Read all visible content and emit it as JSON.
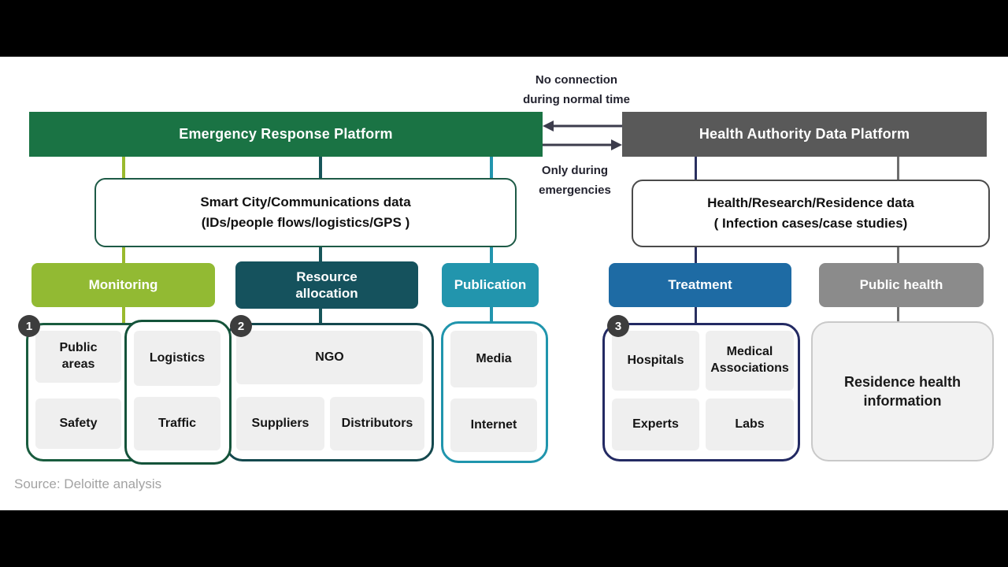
{
  "diagram": {
    "platforms": {
      "emergency": {
        "label": "Emergency Response Platform",
        "color": "#1a7344"
      },
      "health": {
        "label": "Health Authority Data Platform",
        "color": "#595959"
      }
    },
    "connection": {
      "no_connection_label": "No connection\nduring normal time",
      "emergencies_label": "Only during\nemergencies"
    },
    "data_boxes": {
      "smart_city": {
        "line1": "Smart City/Communications data",
        "line2": "(IDs/people flows/logistics/GPS )"
      },
      "health_data": {
        "line1": "Health/Research/Residence data",
        "line2": "( Infection cases/case studies)"
      }
    },
    "categories": [
      {
        "label": "Monitoring",
        "color": "#92ba33"
      },
      {
        "label": "Resource\nallocation",
        "color": "#15525d"
      },
      {
        "label": "Publication",
        "color": "#2295ad"
      },
      {
        "label": "Treatment",
        "color": "#1e6ba4"
      },
      {
        "label": "Public health",
        "color": "#8b8b8b"
      }
    ],
    "groups": {
      "monitoring": {
        "badge": "1",
        "cells": [
          "Public\nareas",
          "Safety"
        ],
        "sub_cells": [
          "Logistics",
          "Traffic"
        ]
      },
      "resource": {
        "badge": "2",
        "cells": [
          "NGO",
          "Suppliers",
          "Distributors"
        ]
      },
      "publication": {
        "cells": [
          "Media",
          "Internet"
        ]
      },
      "treatment": {
        "badge": "3",
        "cells": [
          "Hospitals",
          "Medical\nAssociations",
          "Experts",
          "Labs"
        ]
      },
      "public_health": {
        "cells": [
          "Residence health\ninformation"
        ]
      }
    },
    "colors": {
      "badge_gray": "#3d3d3d",
      "cell_gray": "#efefef",
      "arrow_dark": "#3c3c4c",
      "navy_connector": "#2a3060",
      "gray_connector": "#6e6e6e",
      "green_connector": "#9aba2e",
      "teal_dark_connector": "#17555a",
      "teal_connector": "#2295ad"
    },
    "source_note": "Source: Deloitte analysis"
  }
}
